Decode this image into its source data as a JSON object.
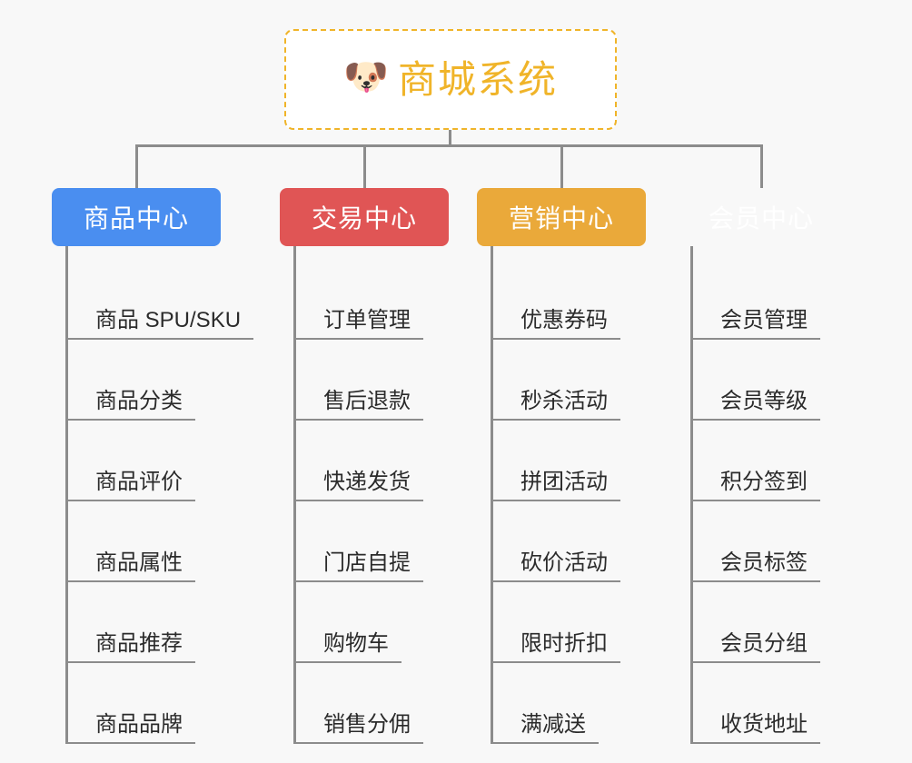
{
  "canvas": {
    "background": "#f8f8f8",
    "connector_color": "#8c8c8c"
  },
  "root": {
    "title": "商城系统",
    "icon": "shiba-dog-face-icon",
    "emoji": "🐶",
    "border_color": "#f0b429",
    "text_color": "#f0b429",
    "background": "#ffffff"
  },
  "branches": [
    {
      "label": "商品中心",
      "color": "#4a8ef0",
      "items": [
        "商品 SPU/SKU",
        "商品分类",
        "商品评价",
        "商品属性",
        "商品推荐",
        "商品品牌"
      ]
    },
    {
      "label": "交易中心",
      "color": "#e05555",
      "items": [
        "订单管理",
        "售后退款",
        "快递发货",
        "门店自提",
        "购物车",
        "销售分佣"
      ]
    },
    {
      "label": "营销中心",
      "color": "#eaa93a",
      "items": [
        "优惠券码",
        "秒杀活动",
        "拼团活动",
        "砍价活动",
        "限时折扣",
        "满减送"
      ]
    },
    {
      "label": "会员中心",
      "color": "#76c council",
      "items": [
        "会员管理",
        "会员等级",
        "积分签到",
        "会员标签",
        "会员分组",
        "收货地址"
      ]
    }
  ]
}
